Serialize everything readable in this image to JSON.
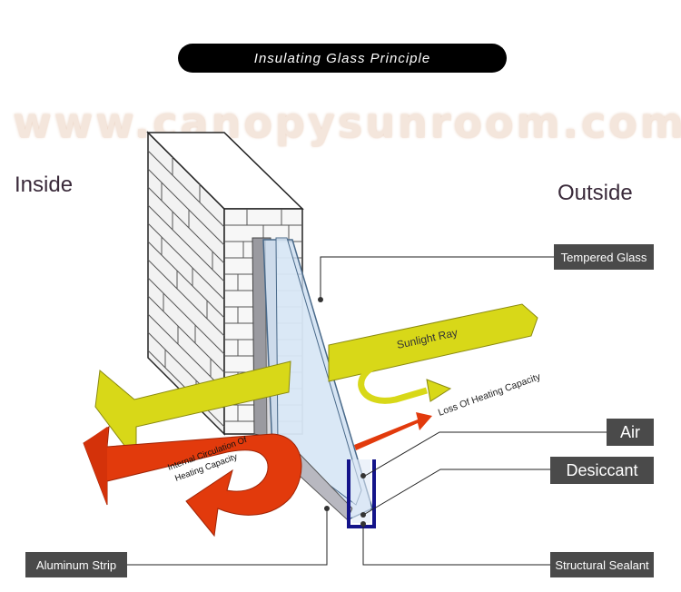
{
  "title": "Insulating Glass Principle",
  "watermark": "www.canopysunroom.com",
  "labels": {
    "inside": "Inside",
    "outside": "Outside"
  },
  "arrows": {
    "sunlight": "Sunlight Ray",
    "loss": "Loss Of Heating Capacity",
    "internal_line1": "Internal Circulation Of",
    "internal_line2": "Heating Capacity"
  },
  "callouts": {
    "tempered_glass": "Tempered Glass",
    "air": "Air",
    "desiccant": "Desiccant",
    "aluminum_strip": "Aluminum Strip",
    "structural_sealant": "Structural Sealant"
  },
  "colors": {
    "sunlight": "#d8d818",
    "heat": "#e23a0c",
    "glass": "#c9dcf0",
    "spacer": "#14148a",
    "tag_bg": "#4a4a4a"
  }
}
